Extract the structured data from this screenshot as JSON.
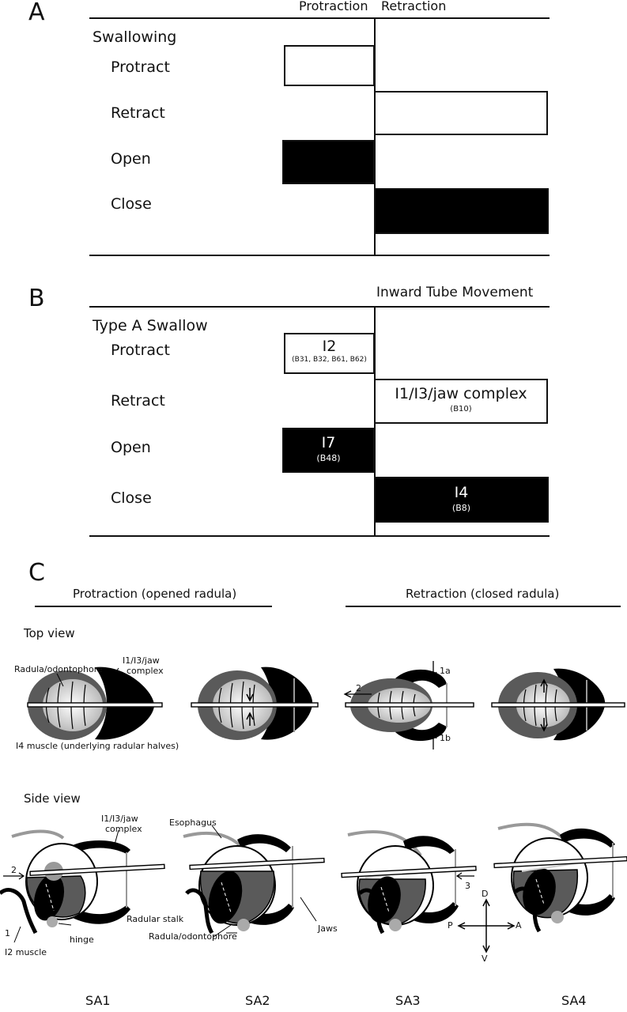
{
  "panel_a": {
    "letter": "A",
    "header_left": "Protraction",
    "header_right": "Retraction",
    "group_title": "Swallowing",
    "rows": [
      "Protract",
      "Retract",
      "Open",
      "Close"
    ]
  },
  "panel_b": {
    "letter": "B",
    "header": "Inward Tube Movement",
    "group_title": "Type A Swallow",
    "rows": [
      "Protract",
      "Retract",
      "Open",
      "Close"
    ],
    "bars": {
      "protract": {
        "main": "I2",
        "sub": "(B31, B32, B61, B62)"
      },
      "retract": {
        "main": "I1/I3/jaw complex",
        "sub": "(B10)"
      },
      "open": {
        "main": "I7",
        "sub": "(B48)"
      },
      "close": {
        "main": "I4",
        "sub": "(B8)"
      }
    }
  },
  "panel_c": {
    "letter": "C",
    "left_header": "Protraction (opened radula)",
    "right_header": "Retraction (closed radula)",
    "top_view": "Top view",
    "side_view": "Side view",
    "labels": {
      "radula_odontophore": "Radula/odontophore",
      "jaw_complex_line1": "I1/I3/jaw",
      "jaw_complex_line2": "complex",
      "i4_muscle": "I4 muscle (underlying radular halves)",
      "arrow_1a": "1a",
      "arrow_1b": "1b",
      "arrow_2": "2",
      "side_jaw_line1": "I1/I3/jaw",
      "side_jaw_line2": "complex",
      "esophagus": "Esophagus",
      "side_2": "2",
      "side_1": "1",
      "i2_muscle": "I2 muscle",
      "hinge": "hinge",
      "radular_stalk": "Radular stalk",
      "radula_odontophore_side": "Radula/odontophore",
      "jaws": "Jaws",
      "side_3": "3",
      "compass_d": "D",
      "compass_v": "V",
      "compass_p": "P",
      "compass_a": "A"
    },
    "stages": [
      "SA1",
      "SA2",
      "SA3",
      "SA4"
    ]
  }
}
